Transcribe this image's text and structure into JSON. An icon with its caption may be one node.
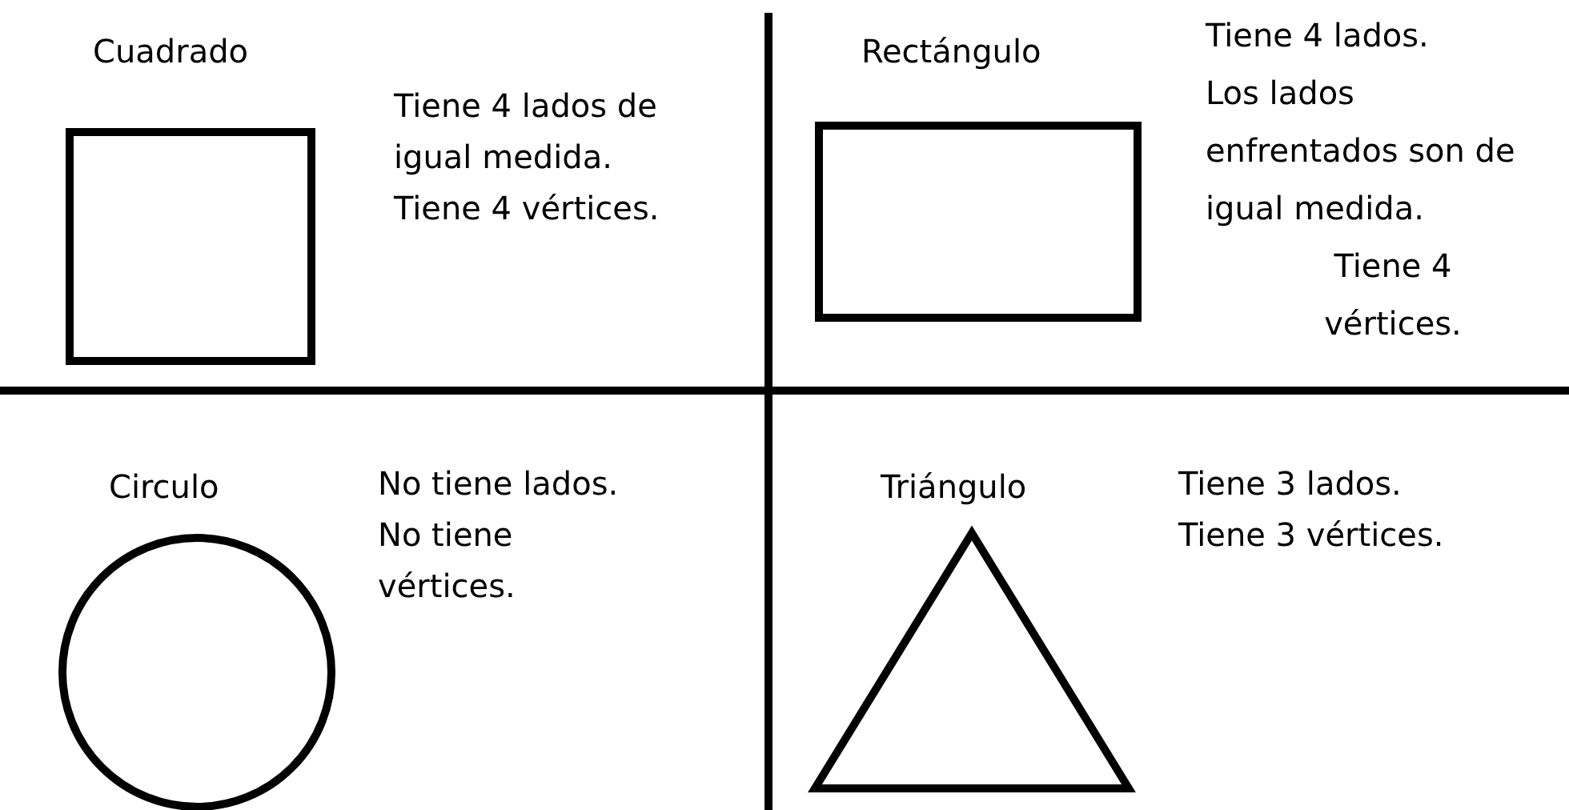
{
  "diagram": {
    "nodes": [
      {
        "text": [],
        "shape": "box"
      },
      {
        "text": [],
        "shape": "box"
      },
      {
        "text": [],
        "shape": "circle"
      },
      {
        "text": [],
        "shape": "triangle"
      }
    ],
    "labels": [
      "Cuadrado",
      "Tiene 4 lados de igual medida.",
      "Tiene 4 vértices.",
      "Rectángulo",
      "Tiene 4 lados.",
      "Los lados enfrentados son de igual medida.",
      "Tiene 4 vértices.",
      "Circulo",
      "No tiene lados.",
      "No tiene vértices.",
      "Triángulo",
      "Tiene 3 lados.",
      "Tiene 3 vértices."
    ]
  }
}
